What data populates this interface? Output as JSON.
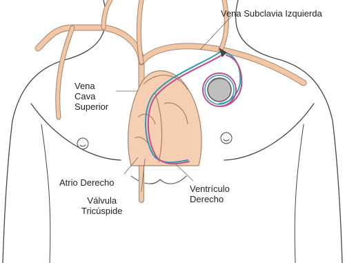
{
  "labels": {
    "subclavian_vein": "Vena Subclavia Izquierda",
    "svc_line1": "Vena",
    "svc_line2": "Cava",
    "svc_line3": "Superior",
    "right_atrium": "Atrio Derecho",
    "tricuspid_line1": "Válvula",
    "tricuspid_line2": "Tricúspide",
    "rv_line1": "Ventrículo",
    "rv_line2": "Derecho"
  },
  "colors": {
    "outline": "#444444",
    "vessel_fill": "#f2c7a5",
    "vessel_stroke": "#a8826a",
    "heart_fill": "#f6cfb3",
    "lead_blue": "#2b9bb8",
    "lead_pink": "#c04e86",
    "device": "#bfbfbf"
  }
}
